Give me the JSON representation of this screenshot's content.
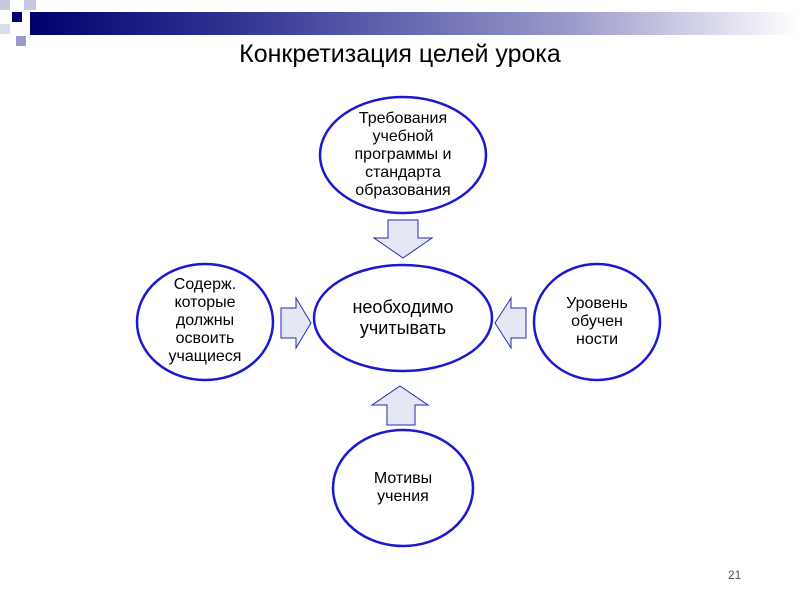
{
  "title": "Конкретизация целей урока",
  "center": "необходимо учитывать",
  "top": "Требования учебной программы и стандарта образования",
  "left": "Содерж. которые должны освоить учащиеся",
  "right": "Уровень обучен ности",
  "bottom": "Мотивы учения",
  "page_number": "21",
  "colors": {
    "stroke": "#1a1acc",
    "arrow_fill": "#e4e8f4",
    "header": "#00006e"
  }
}
